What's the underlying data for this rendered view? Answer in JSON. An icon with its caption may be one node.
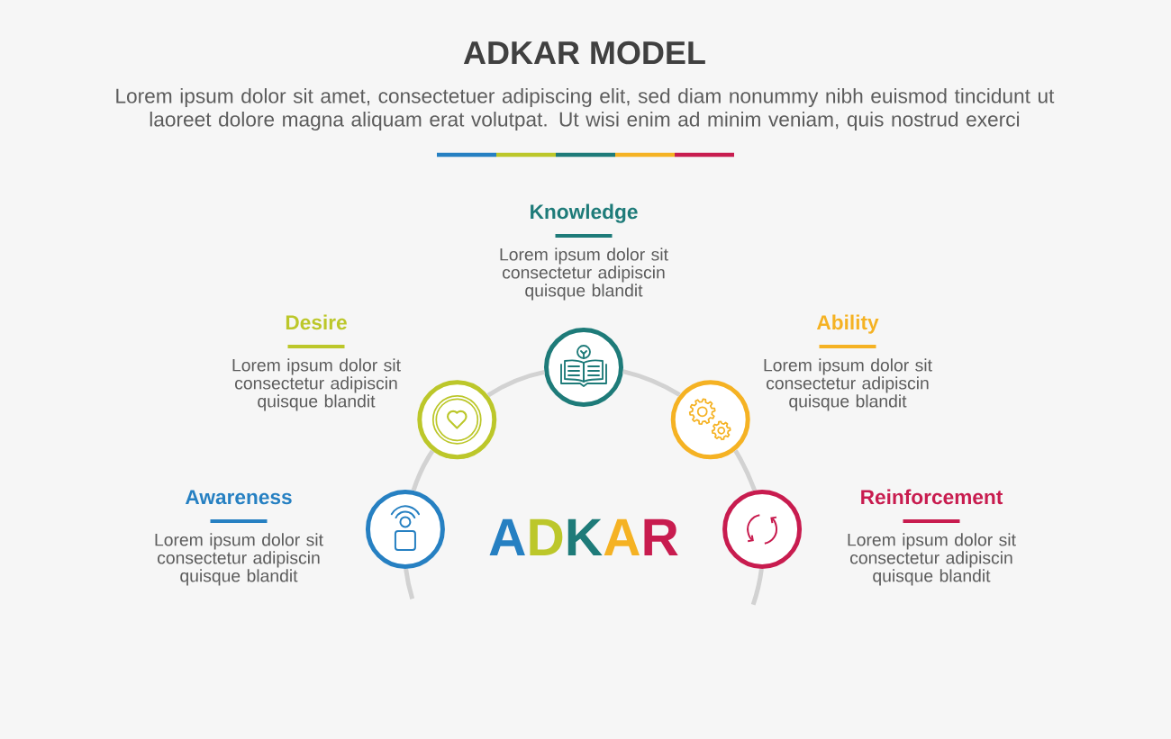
{
  "diagram": {
    "title": "ADKAR MODEL",
    "nodes": [
      {
        "text": [],
        "shape": "circle",
        "beside": [
          "Awareness",
          "Lorem ipsum dolor sit consectetur adipiscin quisque blandit"
        ]
      },
      {
        "text": [],
        "shape": "circle",
        "beside": [
          "Desire",
          "Lorem ipsum dolor sit consectetur adipiscin quisque blandit"
        ]
      },
      {
        "text": [],
        "shape": "circle",
        "beside": [
          "Knowledge",
          "Lorem ipsum dolor sit consectetur adipiscin quisque blandit"
        ]
      },
      {
        "text": [],
        "shape": "circle",
        "beside": [
          "Ability",
          "Lorem ipsum dolor sit consectetur adipiscin quisque blandit"
        ]
      },
      {
        "text": [],
        "shape": "circle",
        "beside": [
          "Reinforcement",
          "Lorem ipsum dolor sit consectetur adipiscin quisque blandit"
        ]
      }
    ],
    "edges": [
      {
        "from": 0,
        "to": 1,
        "arrow": "none"
      },
      {
        "from": 1,
        "to": 2,
        "arrow": "none"
      },
      {
        "from": 2,
        "to": 3,
        "arrow": "none"
      },
      {
        "from": 3,
        "to": 4,
        "arrow": "none"
      }
    ],
    "labels": [
      "Lorem ipsum dolor sit amet, consectetuer adipiscing elit, sed diam nonummy nibh euismod tincidunt ut laoreet dolore magna aliquam erat volutpat. Ut wisi enim ad minim veniam, quis nostrud exerci",
      "ADKAR"
    ]
  }
}
